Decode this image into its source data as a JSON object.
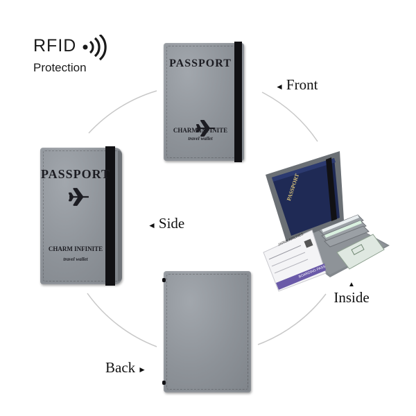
{
  "badge": {
    "title": "RFID",
    "subtitle": "Protection",
    "icon": "signal-waves-icon"
  },
  "cover_text": {
    "title": "PASSPORT",
    "brand": "CHARM INFINITE",
    "tagline": "travel wallet"
  },
  "inside": {
    "passport_word": "PASSPORT",
    "ticket_airline": "JAPAN AIRLINES",
    "ticket_footer": "BOARDING PASS"
  },
  "views": {
    "front": "Front",
    "side": "Side",
    "inside": "Inside",
    "back": "Back"
  },
  "colors": {
    "leather": "#8c9197",
    "elastic_band": "#111114",
    "passport_booklet": "#1f2a55",
    "circle_line": "#c8c8c8"
  }
}
